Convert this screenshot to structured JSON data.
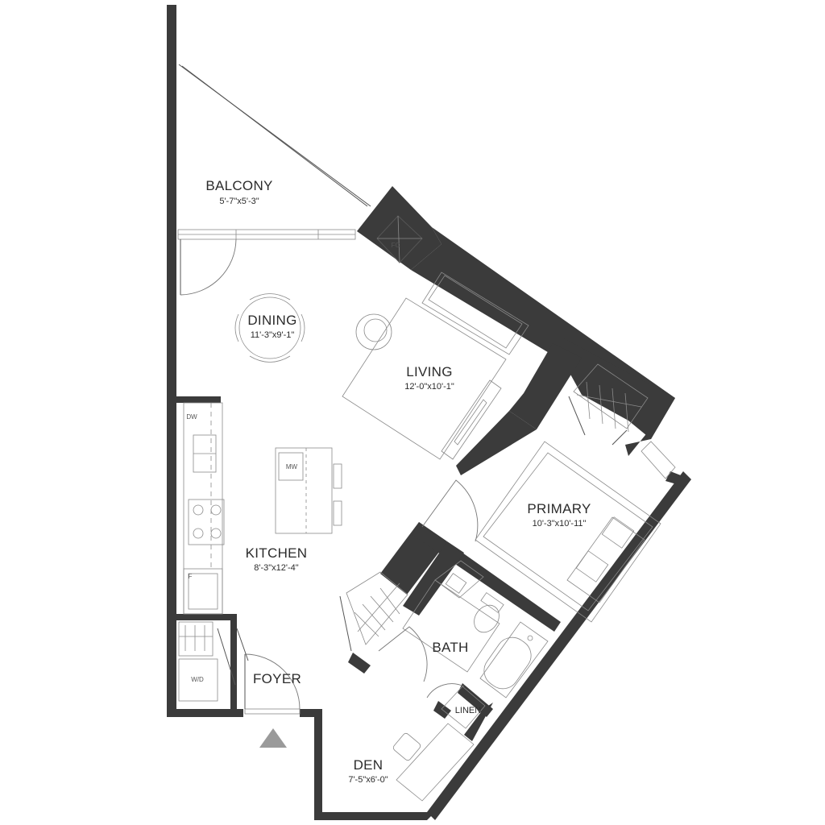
{
  "rooms": {
    "balcony": {
      "name": "BALCONY",
      "dims": "5'-7\"x5'-3\""
    },
    "dining": {
      "name": "DINING",
      "dims": "11'-3\"x9'-1\""
    },
    "living": {
      "name": "LIVING",
      "dims": "12'-0\"x10'-1\""
    },
    "kitchen": {
      "name": "KITCHEN",
      "dims": "8'-3\"x12'-4\""
    },
    "primary": {
      "name": "PRIMARY",
      "dims": "10'-3\"x10'-11\""
    },
    "bath": {
      "name": "BATH"
    },
    "foyer": {
      "name": "FOYER"
    },
    "den": {
      "name": "DEN",
      "dims": "7'-5\"x6'-0\""
    },
    "linen": {
      "name": "LINEN"
    }
  },
  "fixtures": {
    "fc": "FC",
    "dw": "DW",
    "mw": "MW",
    "fridge": "F",
    "wd": "W/D"
  },
  "colors": {
    "wall": "#3b3b3b",
    "line": "#555555",
    "entry_marker": "#9a9a9a"
  }
}
